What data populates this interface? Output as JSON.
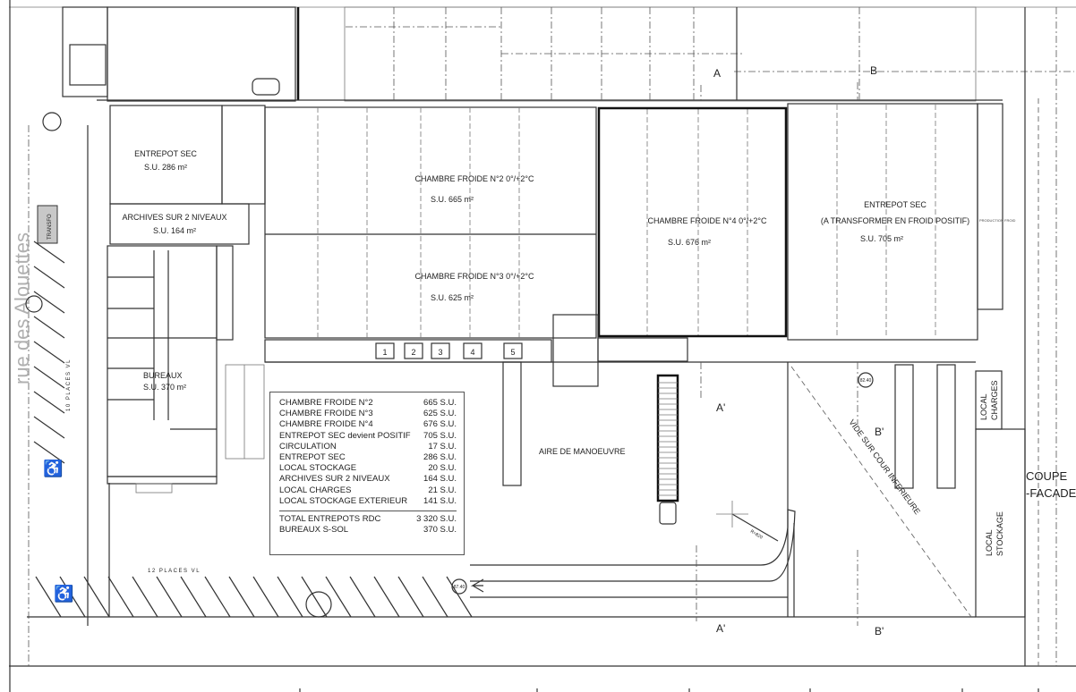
{
  "plan": {
    "street_name": "rue des Alouettes",
    "rooms": {
      "entrepot_sec_left": {
        "name": "ENTREPOT SEC",
        "area": "S.U. 286 m²"
      },
      "archives": {
        "name": "ARCHIVES SUR 2 NIVEAUX",
        "area": "S.U. 164 m²"
      },
      "bureaux": {
        "name": "BUREAUX",
        "area": "S.U. 370 m²"
      },
      "cf2": {
        "name": "CHAMBRE FROIDE N°2   0°/+2°C",
        "area": "S.U. 665 m²"
      },
      "cf3": {
        "name": "CHAMBRE FROIDE N°3   0°/+2°C",
        "area": "S.U. 625 m²"
      },
      "cf4": {
        "name": "CHAMBRE FROIDE N°4   0°/+2°C",
        "area": "S.U. 676 m²"
      },
      "entrepot_sec_right": {
        "name": "ENTREPOT SEC",
        "subtitle": "(A TRANSFORMER EN FROID POSITIF)",
        "area": "S.U. 705 m²"
      },
      "production_froid": {
        "name": "PRODUCTION FROID"
      },
      "local_charges": {
        "name_line1": "LOCAL",
        "name_line2": "CHARGES"
      },
      "local_stockage": {
        "name_line1": "LOCAL",
        "name_line2": "STOCKAGE"
      },
      "transfo": {
        "name": "TRANSFO"
      }
    },
    "area_labels": {
      "aire_manoeuvre": "AIRE DE MANOEUVRE",
      "vide_cour": "VIDE SUR COUR INFERIEURE",
      "parking_10": "10 PLACES VL",
      "parking_12": "12 PLACES VL",
      "coupe_line1": "COUPE",
      "coupe_line2": "-FACADE"
    },
    "docks": [
      "1",
      "2",
      "3",
      "4",
      "5"
    ],
    "section_marks": [
      "A",
      "B",
      "A'",
      "A'",
      "B'",
      "B'"
    ],
    "levels": [
      "82.40",
      "87.40"
    ],
    "radius_label": "R=820"
  },
  "surface_table": {
    "rows": [
      {
        "label": "CHAMBRE  FROIDE N°2",
        "value": "665 S.U."
      },
      {
        "label": "CHAMBRE  FROIDE N°3",
        "value": "625 S.U."
      },
      {
        "label": "CHAMBRE  FROIDE N°4",
        "value": "676 S.U."
      },
      {
        "label": "ENTREPOT SEC  devient  POSITIF",
        "value": "705 S.U."
      },
      {
        "label": "CIRCULATION",
        "value": "17 S.U."
      },
      {
        "label": "ENTREPOT SEC",
        "value": "286 S.U."
      },
      {
        "label": "LOCAL STOCKAGE",
        "value": "20 S.U."
      },
      {
        "label": "ARCHIVES SUR 2 NIVEAUX",
        "value": "164 S.U."
      },
      {
        "label": "LOCAL CHARGES",
        "value": "21 S.U."
      },
      {
        "label": "LOCAL STOCKAGE  EXTERIEUR",
        "value": "141 S.U."
      }
    ],
    "totals": [
      {
        "label": "TOTAL ENTREPOTS RDC",
        "value": "3 320 S.U."
      },
      {
        "label": "BUREAUX S-SOL",
        "value": "370 S.U."
      }
    ]
  },
  "colors": {
    "street_text": "#b0b0b0",
    "transfo_fill": "#c8c8c8"
  }
}
